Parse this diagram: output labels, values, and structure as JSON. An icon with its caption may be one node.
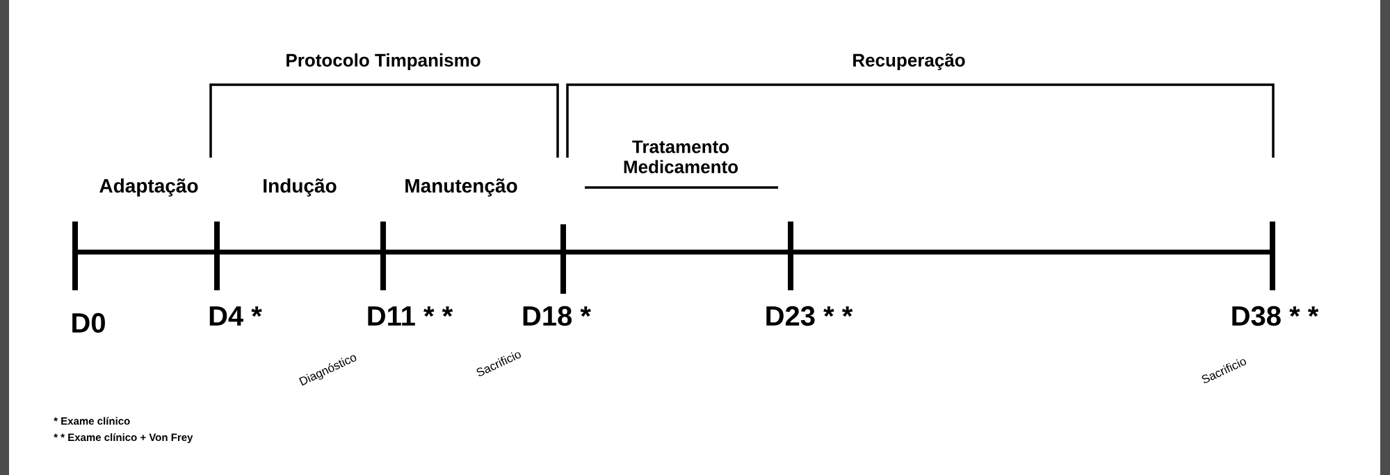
{
  "diagram": {
    "labels": [
      "Protocolo Timpanismo",
      "Recuperação",
      "Tratamento Medicamento",
      "Adaptação",
      "Indução",
      "Manutenção",
      "D0",
      "D4 *",
      "D11 * *",
      "D18 *",
      "D23 * *",
      "D38 * *",
      "Diagnóstico",
      "Sacrificio",
      "Sacrificio",
      "* Exame clínico",
      "* * Exame clínico + Von Frey"
    ]
  }
}
